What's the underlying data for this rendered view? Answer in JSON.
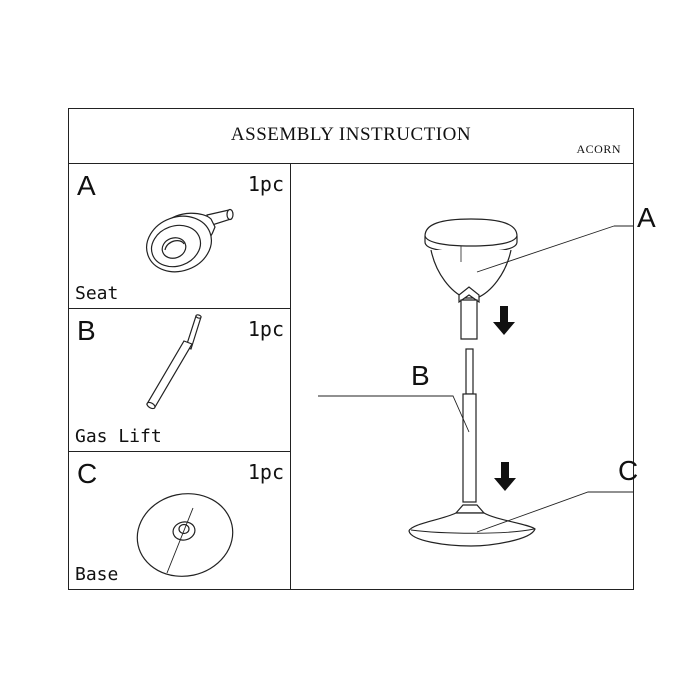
{
  "header": {
    "title": "ASSEMBLY INSTRUCTION",
    "brand": "ACORN"
  },
  "parts": [
    {
      "letter": "A",
      "qty": "1pc",
      "name": "Seat",
      "icon": "seat-icon"
    },
    {
      "letter": "B",
      "qty": "1pc",
      "name": "Gas Lift",
      "icon": "gas-lift-icon"
    },
    {
      "letter": "C",
      "qty": "1pc",
      "name": "Base",
      "icon": "base-icon"
    }
  ],
  "assembly": {
    "callouts": [
      "A",
      "B",
      "C"
    ],
    "arrow_icon": "down-arrow-icon"
  }
}
